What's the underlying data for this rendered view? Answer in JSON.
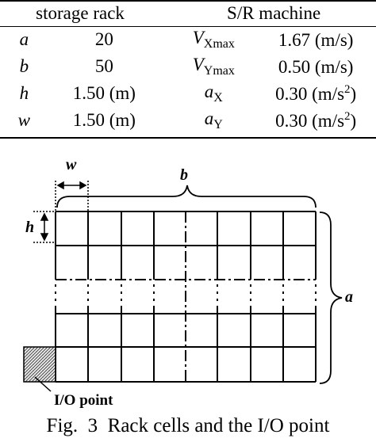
{
  "table": {
    "headers": {
      "left": "storage rack",
      "right": "S/R machine"
    },
    "rows": [
      {
        "symbol": "a",
        "value": "20",
        "param_main": "V",
        "param_sub": "Xmax",
        "param_sup": "",
        "param_value": "1.67 (m/s",
        "param_value_sup": "",
        "param_value_end": ")"
      },
      {
        "symbol": "b",
        "value": "50",
        "param_main": "V",
        "param_sub": "Ymax",
        "param_sup": "",
        "param_value": "0.50 (m/s",
        "param_value_sup": "",
        "param_value_end": ")"
      },
      {
        "symbol": "h",
        "value": "1.50 (m)",
        "param_main": "a",
        "param_sub": "X",
        "param_sup": "",
        "param_value": "0.30 (m/s",
        "param_value_sup": "2",
        "param_value_end": ")"
      },
      {
        "symbol": "w",
        "value": "1.50 (m)",
        "param_main": "a",
        "param_sub": "Y",
        "param_sup": "",
        "param_value": "0.30 (m/s",
        "param_value_sup": "2",
        "param_value_end": ")"
      }
    ]
  },
  "figure": {
    "labels": {
      "w": "w",
      "b": "b",
      "h": "h",
      "a": "a"
    },
    "io_label": "I/O point",
    "caption": "Fig.  3  Rack cells and the I/O point"
  }
}
